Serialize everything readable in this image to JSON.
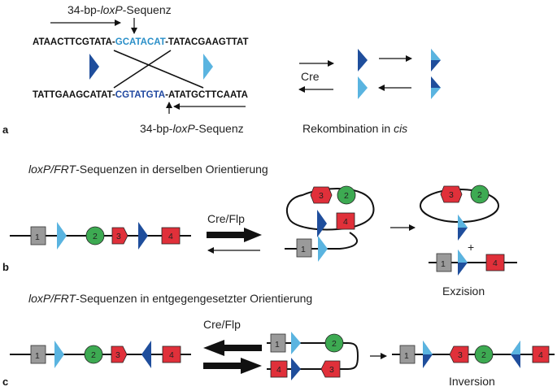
{
  "panel_a": {
    "letter": "a",
    "top_seq": {
      "left": "ATAACTTCGTATA-",
      "spacer": "GCATACAT",
      "right": "-TATACGAAGTTAT"
    },
    "bottom_seq": {
      "left": "TATTGAAGCATAT-",
      "spacer": "CGTATGTA",
      "right": "-ATATGCTTCAATA"
    },
    "top_label": {
      "pre": "34-bp-",
      "italic": "loxP",
      "post": "-Sequenz"
    },
    "bottom_label": {
      "pre": "34-bp-",
      "italic": "loxP",
      "post": "-Sequenz"
    },
    "enzyme": "Cre",
    "caption": {
      "pre": "Rekombination in ",
      "italic": "cis"
    }
  },
  "panel_b": {
    "letter": "b",
    "heading": {
      "italic": "loxP/FRT",
      "post": "-Sequenzen in derselben Orientierung"
    },
    "enzyme": "Cre/Flp",
    "plus": "+",
    "caption": "Exzision",
    "elements": {
      "e1": "1",
      "e2": "2",
      "e3": "3",
      "e4": "4"
    }
  },
  "panel_c": {
    "letter": "c",
    "heading": {
      "italic": "loxP/FRT",
      "post": "-Sequenzen in entgegengesetzter Orientierung"
    },
    "enzyme": "Cre/Flp",
    "caption": "Inversion",
    "elements": {
      "e1": "1",
      "e2": "2",
      "e3": "3",
      "e4": "4"
    }
  },
  "colors": {
    "dark_blue": "#1f4e9c",
    "light_blue": "#5ab4e0",
    "spacer_top": "#2a8fc8",
    "spacer_bottom": "#2048a0",
    "red": "#e0303a",
    "green": "#3daa52",
    "gray": "#9a9a9a",
    "line": "#111111"
  }
}
